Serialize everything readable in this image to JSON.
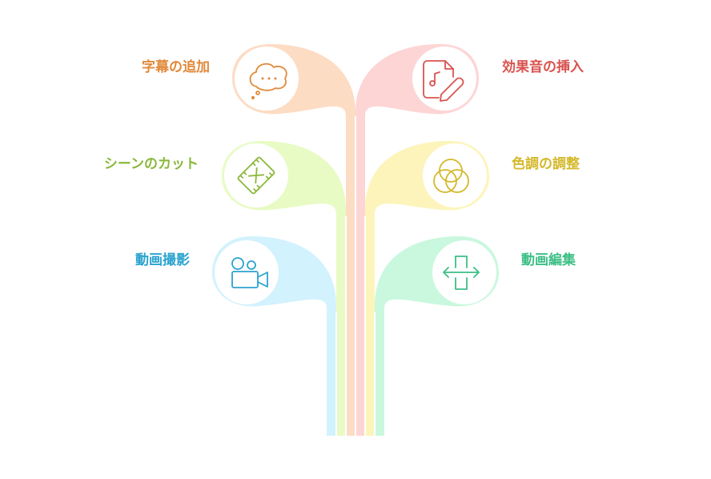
{
  "diagram": {
    "branches": [
      {
        "id": "subtitles",
        "label": "字幕の追加",
        "icon": "speech-bubble-icon",
        "color": "#e0893a",
        "fill": "#fddcc4",
        "side": "left",
        "tier": 1
      },
      {
        "id": "cut",
        "label": "シーンのカット",
        "icon": "film-cut-icon",
        "color": "#8ab83a",
        "fill": "#e8fbc4",
        "side": "left",
        "tier": 2
      },
      {
        "id": "shoot",
        "label": "動画撮影",
        "icon": "video-camera-icon",
        "color": "#2ba3cf",
        "fill": "#d2f2fd",
        "side": "left",
        "tier": 3
      },
      {
        "id": "sound",
        "label": "効果音の挿入",
        "icon": "music-file-edit-icon",
        "color": "#d9534f",
        "fill": "#fdd5d5",
        "side": "right",
        "tier": 1
      },
      {
        "id": "color",
        "label": "色調の調整",
        "icon": "color-circles-icon",
        "color": "#d4b82a",
        "fill": "#fdf4bb",
        "side": "right",
        "tier": 2
      },
      {
        "id": "edit",
        "label": "動画編集",
        "icon": "resize-arrows-icon",
        "color": "#3dbf86",
        "fill": "#c9f8de",
        "side": "right",
        "tier": 3
      }
    ]
  }
}
